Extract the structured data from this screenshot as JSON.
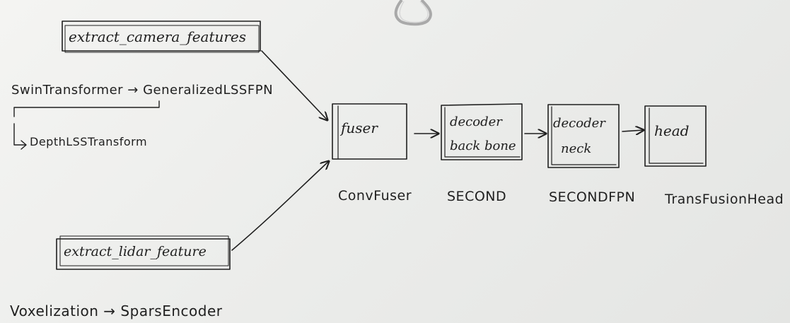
{
  "diagram": {
    "nodes": {
      "camera": {
        "label": "extract_camera_features"
      },
      "lidar": {
        "label": "extract_lidar_feature"
      },
      "fuser": {
        "label": "fuser"
      },
      "backbone": {
        "label_line1": "decoder",
        "label_line2": "back bone"
      },
      "neck": {
        "label_line1": "decoder",
        "label_line2": "neck"
      },
      "head": {
        "label": "head"
      }
    },
    "notes": {
      "camera_chain": "SwinTransformer → GeneralizedLSSFPN",
      "camera_depth": "DepthLSSTransform",
      "lidar_chain": "Voxelization → SparsEncoder"
    },
    "captions": {
      "fuser": "ConvFuser",
      "backbone": "SECOND",
      "neck": "SECONDFPN",
      "head": "TransFusionHead"
    },
    "colors": {
      "ink": "#1f1f1f",
      "paper": "#efefed",
      "clip_metal": "#a9a9a9"
    }
  }
}
